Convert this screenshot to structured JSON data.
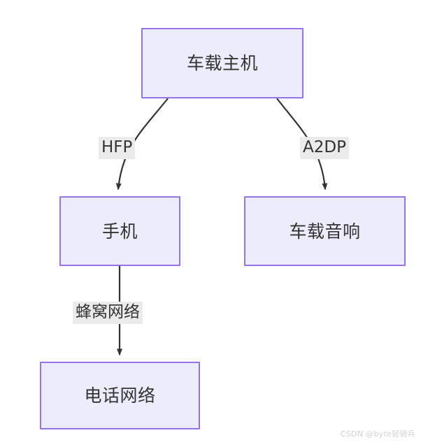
{
  "diagram": {
    "type": "flowchart",
    "direction": "top-down",
    "background_color": "#ffffff",
    "node_fill_color": "#ececfc",
    "node_border_color": "#9673e6",
    "node_text_color": "#333333",
    "edge_color": "#333333",
    "edge_label_background": "#ebebeb",
    "nodes": [
      {
        "id": "head-unit",
        "label": "车载主机"
      },
      {
        "id": "phone",
        "label": "手机"
      },
      {
        "id": "car-audio",
        "label": "车载音响"
      },
      {
        "id": "telephone-network",
        "label": "电话网络"
      }
    ],
    "edges": [
      {
        "id": "head-unit-to-phone",
        "from": "head-unit",
        "to": "phone",
        "label": "HFP",
        "style": "curved",
        "arrow": "solid-triangle"
      },
      {
        "id": "head-unit-to-car-audio",
        "from": "head-unit",
        "to": "car-audio",
        "label": "A2DP",
        "style": "curved",
        "arrow": "solid-triangle"
      },
      {
        "id": "phone-to-telephone-network",
        "from": "phone",
        "to": "telephone-network",
        "label": "蜂窝网络",
        "style": "straight",
        "arrow": "solid-triangle"
      }
    ]
  },
  "watermark": {
    "text": "CSDN @byte轻骑兵"
  }
}
